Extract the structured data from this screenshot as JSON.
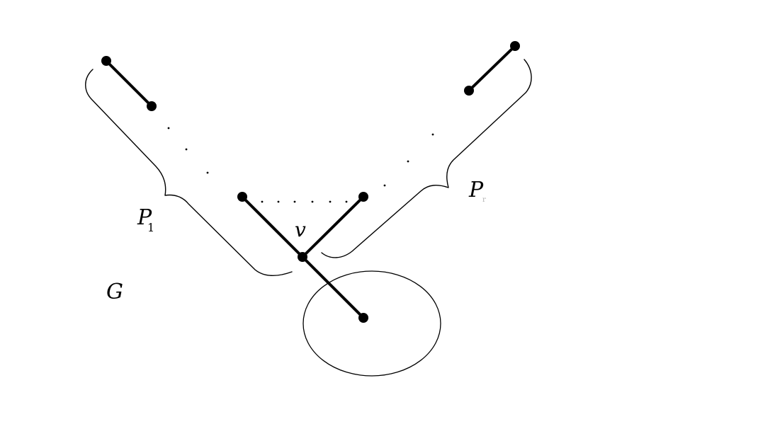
{
  "labels": {
    "p1_main": "P",
    "p1_sub": "1",
    "pr_main": "P",
    "pr_sub": "r",
    "vertex": "v",
    "graph": "G"
  },
  "colors": {
    "ink": "#000000",
    "background": "#ffffff"
  }
}
